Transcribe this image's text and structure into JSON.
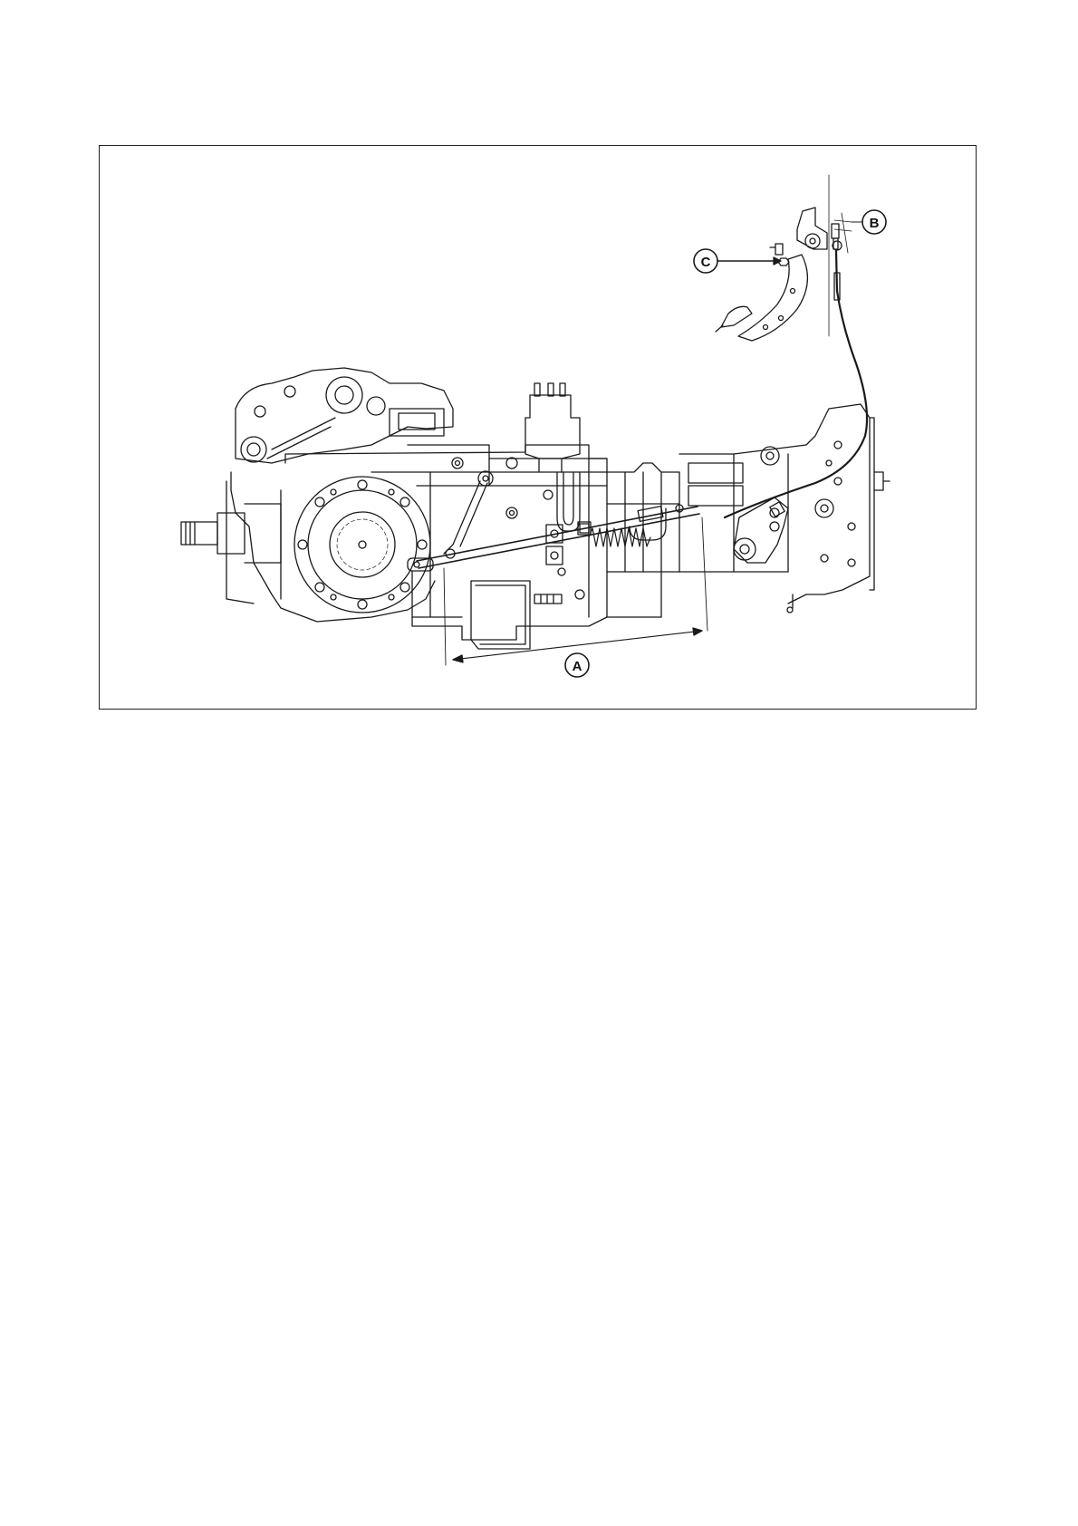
{
  "figure": {
    "callouts": {
      "a": "A",
      "b": "B",
      "c": "C"
    }
  },
  "colors": {
    "line": "#1a1a1a",
    "frame": "#222222",
    "background": "#ffffff"
  }
}
